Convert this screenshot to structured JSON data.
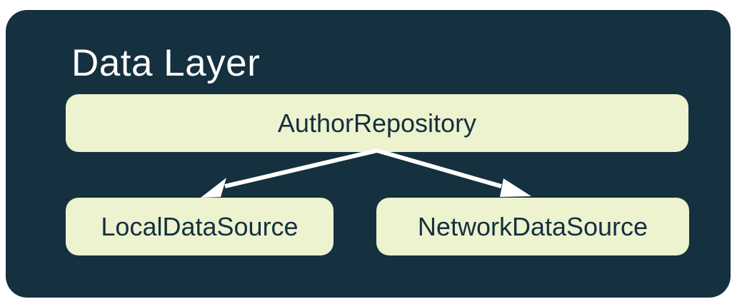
{
  "colors": {
    "page_bg": "#ffffff",
    "container_bg": "#15303E",
    "node_bg": "#EDF2CF",
    "node_text": "#15303E",
    "title_text": "#FFFFFF",
    "arrow": "#FFFFFF"
  },
  "diagram": {
    "title": "Data Layer",
    "nodes": [
      {
        "id": "author-repository",
        "label": "AuthorRepository"
      },
      {
        "id": "local-data-source",
        "label": "LocalDataSource"
      },
      {
        "id": "network-data-source",
        "label": "NetworkDataSource"
      }
    ],
    "edges": [
      {
        "from": "AuthorRepository",
        "to": "LocalDataSource"
      },
      {
        "from": "AuthorRepository",
        "to": "NetworkDataSource"
      }
    ]
  }
}
